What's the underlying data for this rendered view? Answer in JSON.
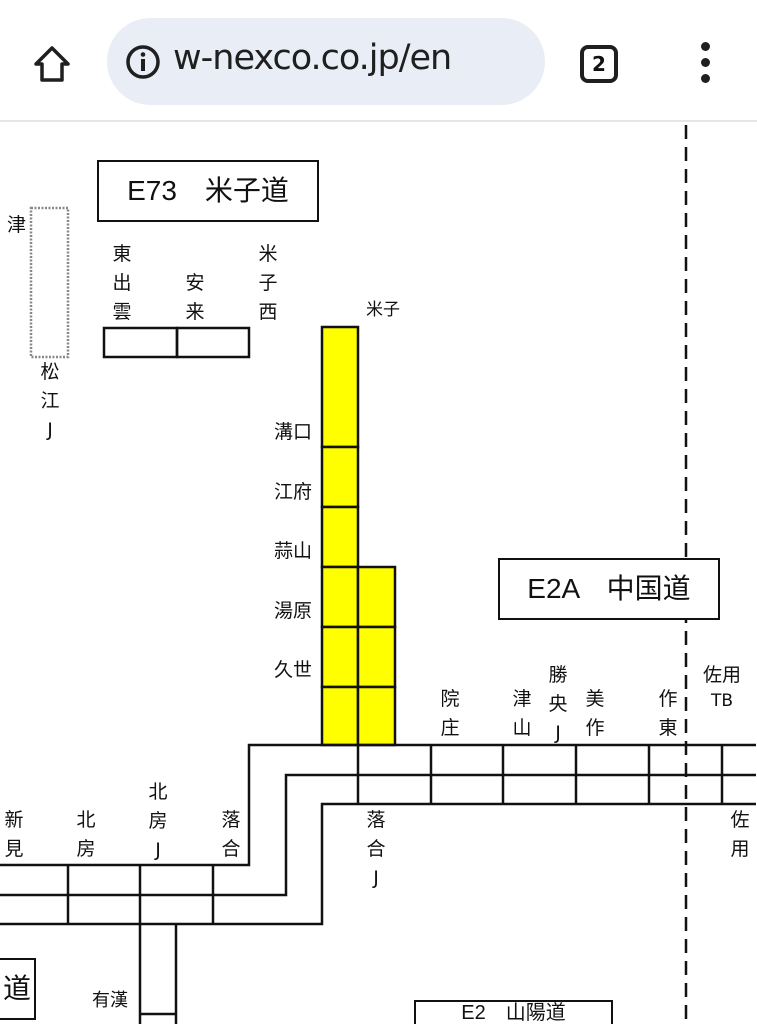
{
  "browser": {
    "url": "w-nexco.co.jp/en",
    "tab_count": "2"
  },
  "routes": {
    "e73": "E73　米子道",
    "e2a": "E2A　中国道",
    "e2": "E2　山陽道",
    "left_box": "道"
  },
  "colors": {
    "section_highlight": "#ffff00"
  },
  "labels": {
    "tsu": "津",
    "matsue_j": "松江J",
    "higashi_izumo": "東出雲",
    "yasugi": "安来",
    "yonago_nishi": "米子西",
    "yonago": "米子",
    "mizokuchi": "溝口",
    "kofu": "江府",
    "hiruzen": "蒜山",
    "yubara": "湯原",
    "kuse": "久世",
    "innosho": "院庄",
    "tsuyama": "津山",
    "shoo_j": "勝央J",
    "mimasaka": "美作",
    "sakuto": "作東",
    "sayo_tb_1": "佐用",
    "sayo_tb_2": "TB",
    "niimi": "新見",
    "hokubo": "北房",
    "hokubo_j": "北房J",
    "ochiai": "落合",
    "ochiai_j": "落合J",
    "sayo": "佐用",
    "ukan": "有漢"
  }
}
